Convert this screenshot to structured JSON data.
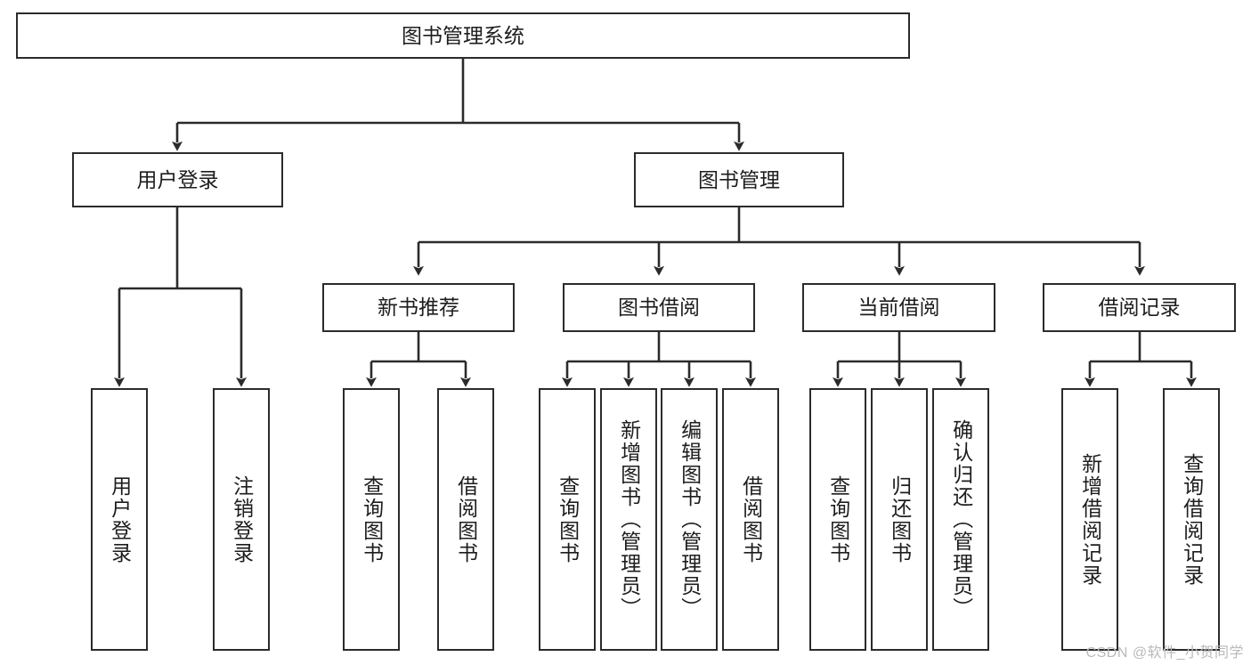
{
  "diagram": {
    "title": "图书管理系统",
    "type": "hierarchy-tree",
    "orientation": "top-down",
    "root": {
      "label": "图书管理系统"
    },
    "level2": [
      {
        "label": "用户登录"
      },
      {
        "label": "图书管理"
      }
    ],
    "level3": [
      {
        "label": "新书推荐"
      },
      {
        "label": "图书借阅"
      },
      {
        "label": "当前借阅"
      },
      {
        "label": "借阅记录"
      }
    ],
    "leaves": {
      "user_login": [
        {
          "label": "用户登录"
        },
        {
          "label": "注销登录"
        }
      ],
      "new_book_recommend": [
        {
          "label": "查询图书"
        },
        {
          "label": "借阅图书"
        }
      ],
      "book_borrow": [
        {
          "label": "查询图书"
        },
        {
          "label": "新增图书（管理员）"
        },
        {
          "label": "编辑图书（管理员）"
        },
        {
          "label": "借阅图书"
        }
      ],
      "current_borrow": [
        {
          "label": "查询图书"
        },
        {
          "label": "归还图书"
        },
        {
          "label": "确认归还（管理员）"
        }
      ],
      "borrow_record": [
        {
          "label": "新增借阅记录"
        },
        {
          "label": "查询借阅记录"
        }
      ]
    },
    "watermark": "CSDN @软件_小贺同学",
    "colors": {
      "box_border": "#2b2b2b",
      "box_fill": "#ffffff",
      "connector": "#2b2b2b",
      "text": "#1d1d1d",
      "watermark": "#b9b9b9",
      "background": "#ffffff"
    }
  }
}
